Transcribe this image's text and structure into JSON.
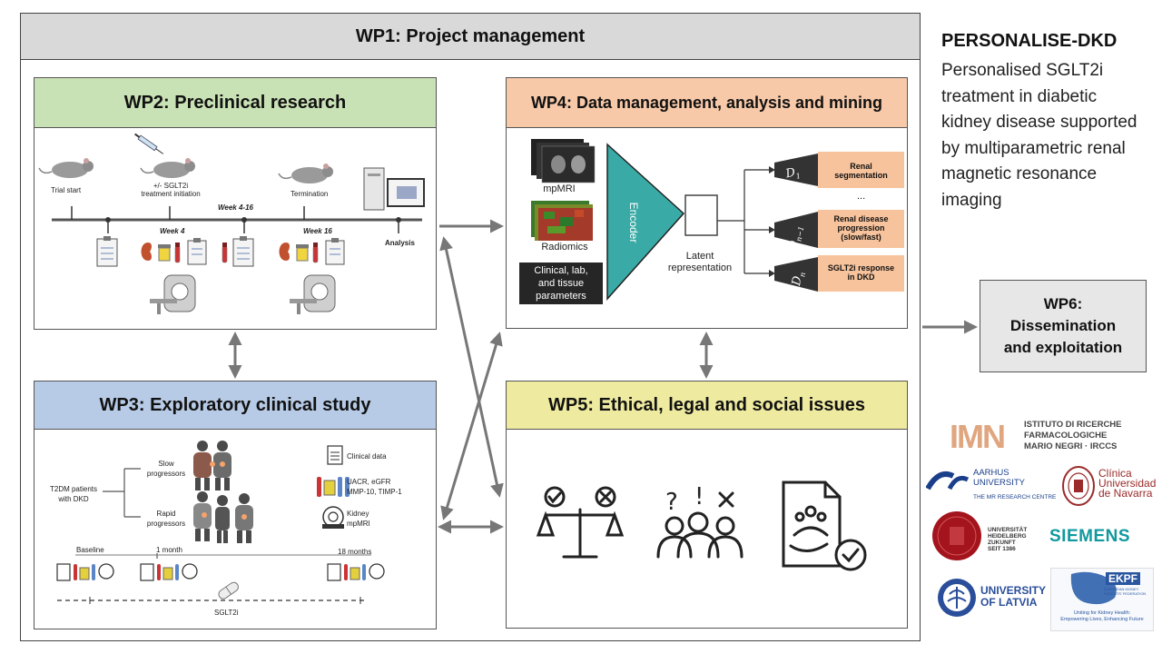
{
  "wp1": {
    "title": "WP1: Project management"
  },
  "wp2": {
    "title": "WP2: Preclinical research",
    "trial_start": "Trial start",
    "treatment": "+/- SGLT2i\ntreatment initiation",
    "week4": "Week 4",
    "week4_16": "Week 4-16",
    "termination": "Termination",
    "week16": "Week 16",
    "analysis": "Analysis"
  },
  "wp3": {
    "title": "WP3: Exploratory clinical study",
    "patients": "T2DM patients\nwith DKD",
    "slow": "Slow\nprogressors",
    "rapid": "Rapid\nprogressors",
    "clinical_data": "Clinical data",
    "lab": "UACR, eGFR\nMMP-10, TIMP-1",
    "mri": "Kidney\nmpMRI",
    "baseline": "Baseline",
    "month1": "1 month",
    "month18": "18 months",
    "drug": "SGLT2i"
  },
  "wp4": {
    "title": "WP4: Data management, analysis and mining",
    "mpmri": "mpMRI",
    "radiomics": "Radiomics",
    "clinical": "Clinical, lab,\nand tissue\nparameters",
    "encoder": "Encoder",
    "latent": "Latent\nrepresentation",
    "outputs": [
      {
        "sym_base": "D",
        "sym_sub": "1",
        "label": "Renal\nsegmentation"
      },
      {
        "sym_base": "D",
        "sym_sub": "n−1",
        "label": "Renal disease\nprogression\n(slow/fast)"
      },
      {
        "sym_base": "D",
        "sym_sub": "n",
        "label": "SGLT2i response\nin DKD"
      }
    ],
    "ellipsis": "..."
  },
  "wp5": {
    "title": "WP5: Ethical, legal and social issues"
  },
  "wp6": {
    "title": "WP6:\nDissemination\nand exploitation"
  },
  "project": {
    "name": "PERSONALISE-DKD",
    "description": "Personalised SGLT2i treatment in diabetic kidney disease supported by multiparametric renal magnetic resonance imaging"
  },
  "logos": {
    "imn_mark": "IMN",
    "imn_text": "ISTITUTO DI RICERCHE\nFARMACOLOGICHE\nMARIO NEGRI · IRCCS",
    "aarhus": "AARHUS\nUNIVERSITY",
    "aarhus_sub": "THE MR RESEARCH CENTRE",
    "navarra": "Clínica\nUniversidad\nde Navarra",
    "heidelberg": "UNIVERSITÄT\nHEIDELBERG\nZUKUNFT\nSEIT 1386",
    "siemens": "SIEMENS",
    "latvia": "UNIVERSITY\nOF LATVIA",
    "ekpf": "EKPF",
    "ekpf_sub": "EUROPEAN KIDNEY\nPATIENTS' FEDERATION",
    "ekpf_tag": "Uniting for Kidney Health:\nEmpowering Lives, Enhancing Future"
  },
  "colors": {
    "wp2_head": "#c9e2b5",
    "wp3_head": "#b8cbe6",
    "wp4_head": "#f7c9a9",
    "wp5_head": "#eeeaa0",
    "encoder": "#3aaaa6",
    "output": "#f7c39c"
  }
}
